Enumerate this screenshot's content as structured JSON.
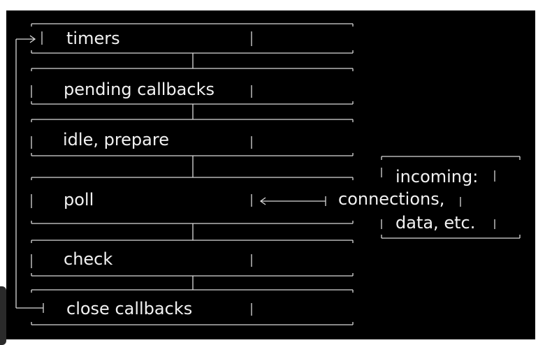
{
  "phases": [
    {
      "label": "timers"
    },
    {
      "label": "pending callbacks"
    },
    {
      "label": "idle, prepare"
    },
    {
      "label": "poll"
    },
    {
      "label": "check"
    },
    {
      "label": "close callbacks"
    }
  ],
  "incoming": {
    "line1": "incoming:",
    "line2": "connections,",
    "line3": "data, etc."
  },
  "colors": {
    "background": "#000000",
    "line": "#d9d9d9",
    "text": "#f2f2f2"
  }
}
